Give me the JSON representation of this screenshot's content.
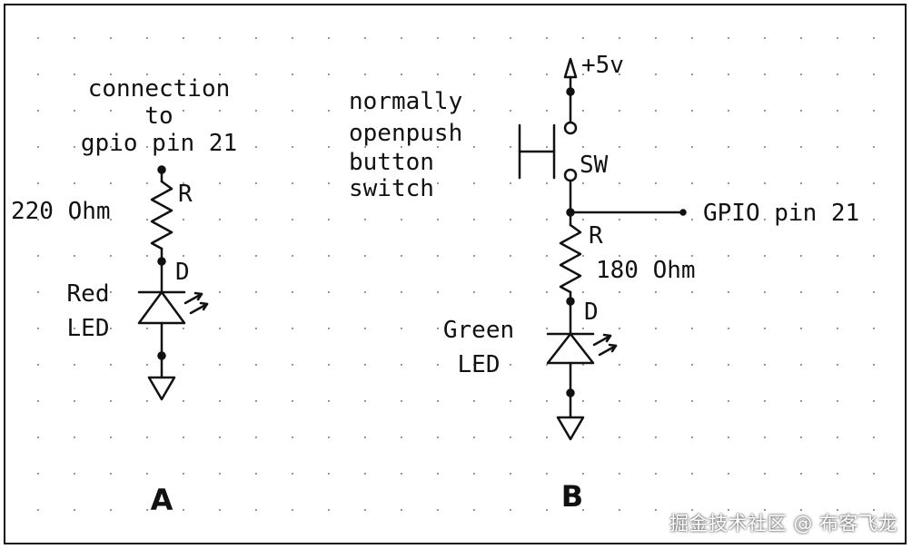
{
  "circuit_a": {
    "connection_lines": [
      "connection",
      "to",
      "gpio pin 21"
    ],
    "resistor_value": "220 Ohm",
    "resistor_ref": "R",
    "diode_ref": "D",
    "led_lines": [
      "Red",
      "LED"
    ],
    "panel_label": "A"
  },
  "circuit_b": {
    "supply": "+5v",
    "switch_lines": [
      "normally",
      "openpush",
      "button",
      "switch"
    ],
    "switch_ref": "SW",
    "gpio_label": "GPIO pin 21",
    "resistor_ref": "R",
    "resistor_value": "180 Ohm",
    "diode_ref": "D",
    "led_lines": [
      "Green",
      "LED"
    ],
    "panel_label": "B"
  },
  "watermark": "掘金技术社区 @ 布客飞龙",
  "colors": {
    "ink": "#111111",
    "grid_dot": "#9a9a9a",
    "background": "#ffffff"
  }
}
